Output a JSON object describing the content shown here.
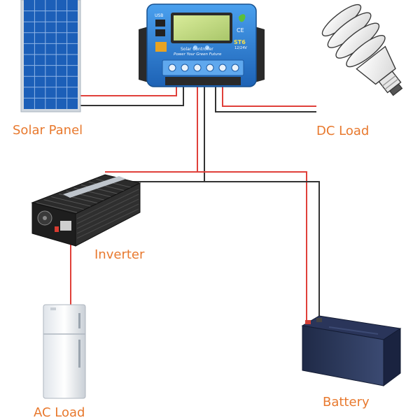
{
  "labels": {
    "solar_panel": "Solar Panel",
    "dc_load": "DC Load",
    "inverter": "Inverter",
    "ac_load": "AC Load",
    "battery": "Battery"
  },
  "controller": {
    "model": "ST6",
    "voltage": "12/24V",
    "name": "Solar Controller",
    "slogan": "Power Your Green Future",
    "usb_label": "USB",
    "ce_mark": "CE"
  },
  "colors": {
    "label": "#e8792e",
    "wire_positive": "#e0403a",
    "wire_negative": "#333333",
    "panel_cell": "#1c5fb8",
    "controller_body": "#2e7fd6",
    "battery_body": "#2d3a5e"
  }
}
